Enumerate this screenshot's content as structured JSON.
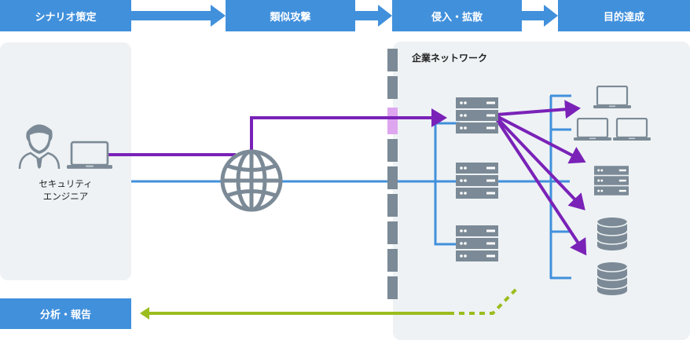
{
  "phases": [
    {
      "label": "シナリオ策定"
    },
    {
      "label": "類似攻撃"
    },
    {
      "label": "侵入・拡散"
    },
    {
      "label": "目的達成"
    }
  ],
  "report_box": {
    "label": "分析・報告"
  },
  "engineer": {
    "line1": "セキュリティ",
    "line2": "エンジニア"
  },
  "network": {
    "title": "企業ネットワーク"
  },
  "colors": {
    "phase_blue": "#4190dc",
    "attack_purple": "#7a22b8",
    "network_blue": "#4190dc",
    "report_green": "#9bbd1e",
    "icon_gray": "#7b8a96",
    "panel_bg": "#eef2f4",
    "firewall_breach": "#dea6ef"
  }
}
